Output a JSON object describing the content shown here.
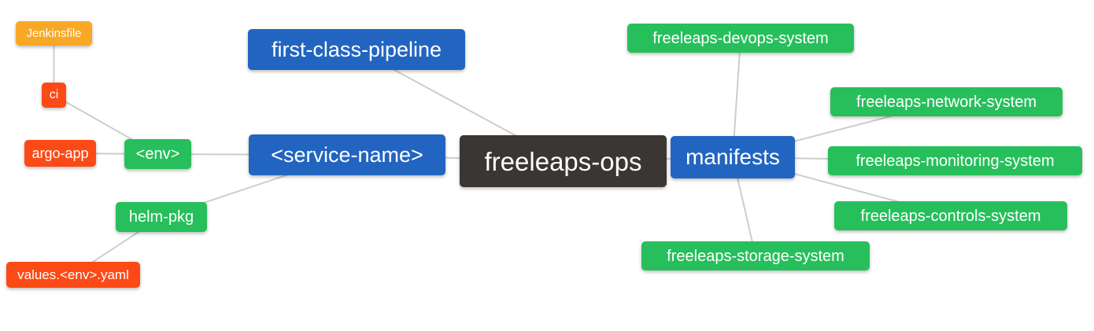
{
  "diagram": {
    "type": "mindmap",
    "root_label": "freeleaps-ops"
  },
  "palette": {
    "blue": "#2265C0",
    "green": "#27BF5B",
    "orange": "#F9A825",
    "red": "#FB4A16",
    "dark": "#3A3633",
    "connector": "#CDCDCD",
    "background": "#FFFFFF",
    "node_text": "#FFFFFF"
  },
  "nodes": [
    {
      "id": "jenkinsfile",
      "label": "Jenkinsfile",
      "color": "orange"
    },
    {
      "id": "ci",
      "label": "ci",
      "color": "red"
    },
    {
      "id": "argo-app",
      "label": "argo-app",
      "color": "red"
    },
    {
      "id": "env",
      "label": "<env>",
      "color": "green"
    },
    {
      "id": "service-name",
      "label": "<service-name>",
      "color": "blue"
    },
    {
      "id": "first-class-pipeline",
      "label": "first-class-pipeline",
      "color": "blue"
    },
    {
      "id": "freeleaps-ops",
      "label": "freeleaps-ops",
      "color": "dark"
    },
    {
      "id": "manifests",
      "label": "manifests",
      "color": "blue"
    },
    {
      "id": "freeleaps-devops-system",
      "label": "freeleaps-devops-system",
      "color": "green"
    },
    {
      "id": "freeleaps-network-system",
      "label": "freeleaps-network-system",
      "color": "green"
    },
    {
      "id": "freeleaps-monitoring-system",
      "label": "freeleaps-monitoring-system",
      "color": "green"
    },
    {
      "id": "freeleaps-controls-system",
      "label": "freeleaps-controls-system",
      "color": "green"
    },
    {
      "id": "freeleaps-storage-system",
      "label": "freeleaps-storage-system",
      "color": "green"
    },
    {
      "id": "helm-pkg",
      "label": "helm-pkg",
      "color": "green"
    },
    {
      "id": "values-env-yaml",
      "label": "values.<env>.yaml",
      "color": "red"
    }
  ],
  "edges": [
    [
      "jenkinsfile",
      "ci"
    ],
    [
      "ci",
      "env"
    ],
    [
      "argo-app",
      "env"
    ],
    [
      "env",
      "service-name"
    ],
    [
      "service-name",
      "helm-pkg"
    ],
    [
      "helm-pkg",
      "values-env-yaml"
    ],
    [
      "service-name",
      "freeleaps-ops"
    ],
    [
      "first-class-pipeline",
      "freeleaps-ops"
    ],
    [
      "freeleaps-ops",
      "manifests"
    ],
    [
      "manifests",
      "freeleaps-devops-system"
    ],
    [
      "manifests",
      "freeleaps-network-system"
    ],
    [
      "manifests",
      "freeleaps-monitoring-system"
    ],
    [
      "manifests",
      "freeleaps-controls-system"
    ],
    [
      "manifests",
      "freeleaps-storage-system"
    ]
  ]
}
